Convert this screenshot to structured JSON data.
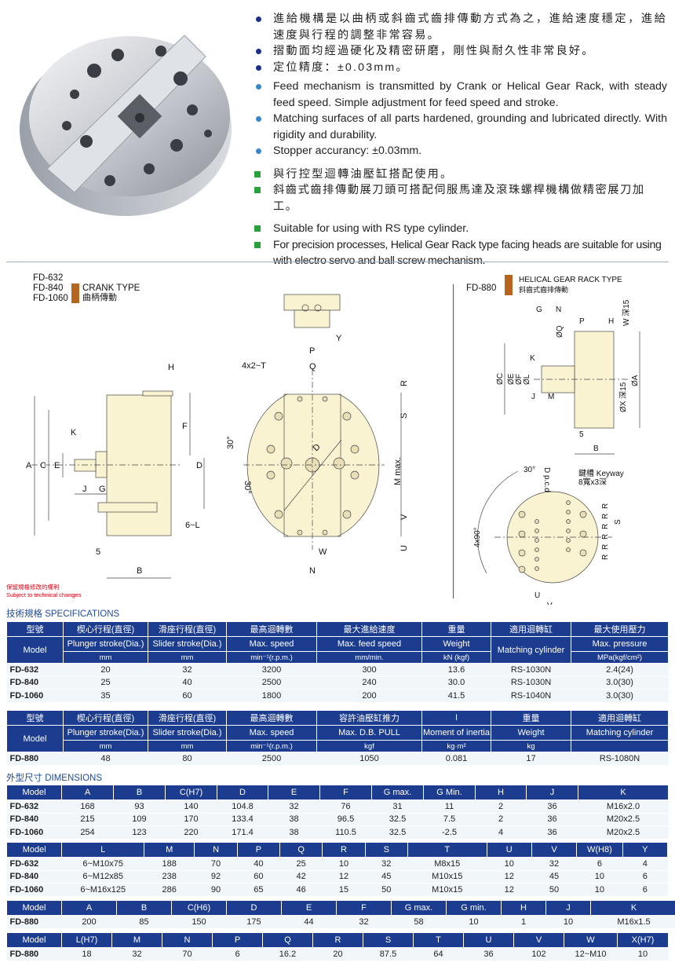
{
  "features": {
    "cn_blue": [
      "進給機構是以曲柄或斜齒式齒排傳動方式為之，進給速度穩定，進給速度與行程的調整非常容易。",
      "摺動面均經過硬化及精密研磨，剛性與耐久性非常良好。",
      "定位精度：±0.03mm。"
    ],
    "en_blue": [
      "Feed mechanism is transmitted by Crank or Helical Gear Rack, with steady feed speed. Simple adjustment for feed speed and stroke.",
      "Matching surfaces of all parts hardened, grounding and lubricated directly. With rigidity and durability.",
      "Stopper accurancy: ±0.03mm."
    ],
    "cn_green": [
      "與行控型迴轉油壓缸搭配使用。",
      "斜齒式齒排傳動展刀頭可搭配伺服馬達及滾珠螺桿機構做精密展刀加工。"
    ],
    "en_green": [
      "Suitable for using with RS type cylinder.",
      "For precision processes, Helical Gear Rack type facing heads are suitable for using with electro servo and ball screw mechanism."
    ],
    "colors": {
      "cn_bullet": "#1c2f8a",
      "en_bullet": "#3a86c8",
      "green": "#2aa13a",
      "swatch": "#b5651d"
    }
  },
  "crank": {
    "models": [
      "FD-632",
      "FD-840",
      "FD-1060"
    ],
    "type_en": "CRANK TYPE",
    "type_cn": "曲柄傳動",
    "side_labels": {
      "A": "A",
      "C": "C",
      "E": "E",
      "K": "K",
      "J": "J",
      "G": "G",
      "H": "H",
      "F": "F",
      "D": "D",
      "L": "6~L",
      "five": "5",
      "B": "B"
    },
    "front_labels": {
      "P": "P",
      "Q": "Q",
      "T": "4x2~T",
      "R": "R",
      "S": "S",
      "a1": "30°",
      "a2": "30°",
      "D": "D",
      "M": "M max.",
      "V": "V",
      "U": "U",
      "W": "W",
      "N": "N",
      "Y": "Y"
    }
  },
  "helical": {
    "model": "FD-880",
    "type_en": "HELICAL GEAR RACK TYPE",
    "type_cn": "斜齒式齒排傳動",
    "side_labels": {
      "G": "G",
      "N": "N",
      "P": "P",
      "H": "H",
      "W": "W 深15",
      "Q": "ØQ",
      "K": "K",
      "C": "ØC",
      "E": "ØE",
      "F": "ØF",
      "L": "ØL",
      "J": "J",
      "M": "M",
      "X": "ØX 深15",
      "A": "ØA",
      "five": "5",
      "B": "B"
    },
    "front_labels": {
      "D": "D p.c.d",
      "a": "30°",
      "keyway1": "鍵槽 Keyway",
      "keyway2": "8寬x3深",
      "R": "R",
      "S": "S",
      "a4": "4x90°",
      "U": "U",
      "V": "V"
    }
  },
  "notice": {
    "cn": "保留規格修改的權利",
    "en": "Subject to technical changes"
  },
  "specs": {
    "title": "技術規格 SPECIFICATIONS",
    "tables": [
      {
        "cn_header": [
          "型號",
          "楔心行程(直徑)",
          "滑座行程(直徑)",
          "最高迴轉數",
          "最大進給速度",
          "重量",
          "適用迴轉缸",
          "最大使用壓力"
        ],
        "en_header": [
          "Model",
          "Plunger stroke(Dia.)",
          "Slider stroke(Dia.)",
          "Max. speed",
          "Max. feed speed",
          "Weight",
          "Matching cylinder",
          "Max. pressure"
        ],
        "units": [
          "mm",
          "mm",
          "min⁻¹(r.p.m.)",
          "mm/min.",
          "kN (kgf)",
          "",
          "MPa(kgf/cm²)"
        ],
        "rows": [
          [
            "FD-632",
            "20",
            "32",
            "3200",
            "300",
            "13.6",
            "RS-1030N",
            "2.4(24)"
          ],
          [
            "FD-840",
            "25",
            "40",
            "2500",
            "240",
            "30.0",
            "RS-1030N",
            "3.0(30)"
          ],
          [
            "FD-1060",
            "35",
            "60",
            "1800",
            "200",
            "41.5",
            "RS-1040N",
            "3.0(30)"
          ]
        ]
      },
      {
        "cn_header": [
          "型號",
          "楔心行程(直徑)",
          "滑座行程(直徑)",
          "最高迴轉數",
          "容許油壓缸推力",
          "I",
          "重量",
          "適用迴轉缸"
        ],
        "en_header": [
          "Model",
          "Plunger stroke(Dia.)",
          "Slider stroke(Dia.)",
          "Max. speed",
          "Max. D.B. PULL",
          "Moment of inertia",
          "Weight",
          "Matching cylinder"
        ],
        "units": [
          "mm",
          "mm",
          "min⁻¹(r.p.m.)",
          "kgf",
          "kg·m²",
          "kg",
          ""
        ],
        "rows": [
          [
            "FD-880",
            "48",
            "80",
            "2500",
            "1050",
            "0.081",
            "17",
            "RS-1080N"
          ]
        ]
      }
    ]
  },
  "dimensions": {
    "title": "外型尺寸 DIMENSIONS",
    "tables": [
      {
        "header": [
          "Model",
          "A",
          "B",
          "C(H7)",
          "D",
          "E",
          "F",
          "G max.",
          "G Min.",
          "H",
          "J",
          "K"
        ],
        "rows": [
          [
            "FD-632",
            "168",
            "93",
            "140",
            "104.8",
            "32",
            "76",
            "31",
            "11",
            "2",
            "36",
            "M16x2.0"
          ],
          [
            "FD-840",
            "215",
            "109",
            "170",
            "133.4",
            "38",
            "96.5",
            "32.5",
            "7.5",
            "2",
            "36",
            "M20x2.5"
          ],
          [
            "FD-1060",
            "254",
            "123",
            "220",
            "171.4",
            "38",
            "110.5",
            "32.5",
            "-2.5",
            "4",
            "36",
            "M20x2.5"
          ]
        ]
      },
      {
        "header": [
          "Model",
          "L",
          "M",
          "N",
          "P",
          "Q",
          "R",
          "S",
          "T",
          "U",
          "V",
          "W(H8)",
          "Y"
        ],
        "rows": [
          [
            "FD-632",
            "6~M10x75",
            "188",
            "70",
            "40",
            "25",
            "10",
            "32",
            "M8x15",
            "10",
            "32",
            "6",
            "4"
          ],
          [
            "FD-840",
            "6~M12x85",
            "238",
            "92",
            "60",
            "42",
            "12",
            "45",
            "M10x15",
            "12",
            "45",
            "10",
            "6"
          ],
          [
            "FD-1060",
            "6~M16x125",
            "286",
            "90",
            "65",
            "46",
            "15",
            "50",
            "M10x15",
            "12",
            "50",
            "10",
            "6"
          ]
        ]
      },
      {
        "header": [
          "Model",
          "A",
          "B",
          "C(H6)",
          "D",
          "E",
          "F",
          "G max.",
          "G min.",
          "H",
          "J",
          "K"
        ],
        "rows": [
          [
            "FD-880",
            "200",
            "85",
            "150",
            "175",
            "44",
            "32",
            "58",
            "10",
            "1",
            "10",
            "M16x1.5"
          ]
        ]
      },
      {
        "header": [
          "Model",
          "L(H7)",
          "M",
          "N",
          "P",
          "Q",
          "R",
          "S",
          "T",
          "U",
          "V",
          "W",
          "X(H7)"
        ],
        "rows": [
          [
            "FD-880",
            "18",
            "32",
            "70",
            "6",
            "16.2",
            "20",
            "87.5",
            "64",
            "36",
            "102",
            "12~M10",
            "10"
          ]
        ]
      }
    ]
  }
}
